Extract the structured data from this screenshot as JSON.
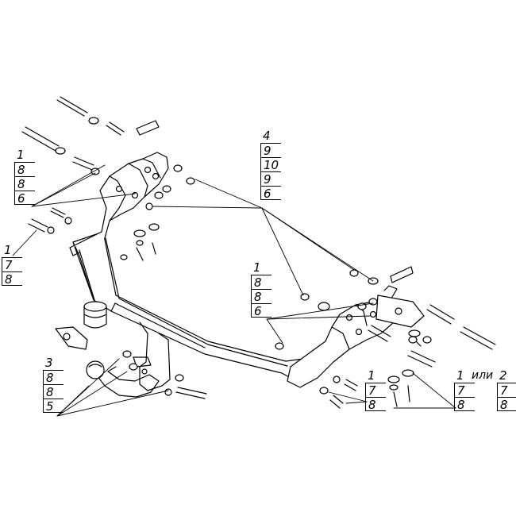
{
  "callouts": [
    {
      "id": "callout-top-left",
      "labels": [
        "1",
        "8",
        "8",
        "6"
      ]
    },
    {
      "id": "callout-left",
      "labels": [
        "1",
        "7",
        "8"
      ]
    },
    {
      "id": "callout-top-center",
      "labels": [
        "4",
        "9",
        "10",
        "9",
        "6"
      ]
    },
    {
      "id": "callout-center",
      "labels": [
        "1",
        "8",
        "8",
        "6"
      ]
    },
    {
      "id": "callout-bottom-left",
      "labels": [
        "3",
        "8",
        "8",
        "5"
      ]
    },
    {
      "id": "callout-bottom-center",
      "labels": [
        "1",
        "7",
        "8"
      ]
    },
    {
      "id": "callout-bottom-right-a",
      "labels": [
        "1",
        "7",
        "8"
      ]
    },
    {
      "id": "callout-bottom-right-b",
      "labels": [
        "2",
        "7",
        "8"
      ]
    }
  ],
  "alt_word": "или",
  "colors": {
    "line": "#000000",
    "background": "#ffffff"
  }
}
